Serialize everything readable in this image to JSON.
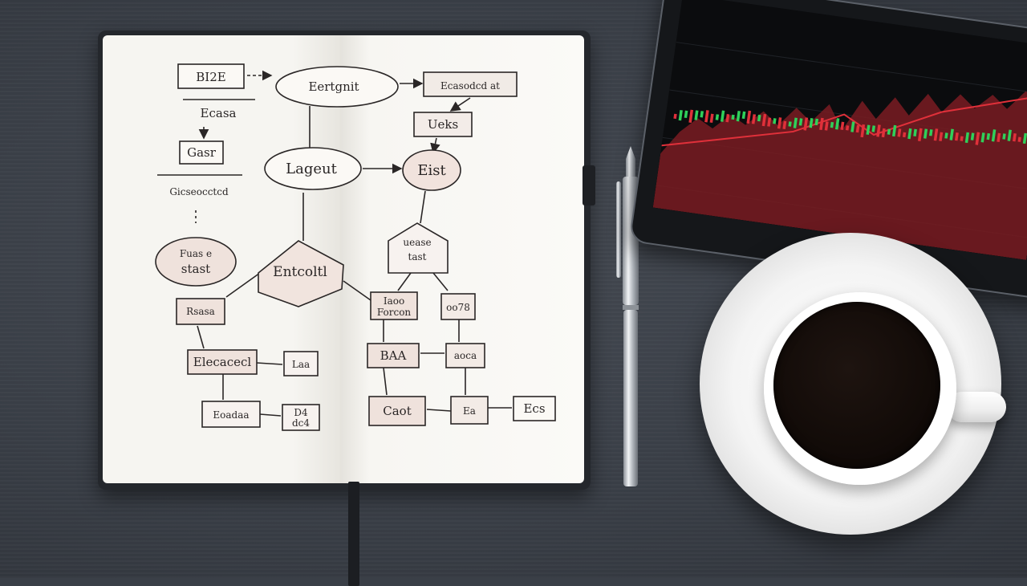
{
  "scene": {
    "objects": [
      "notebook",
      "flowchart",
      "pen",
      "tablet",
      "stock-chart",
      "coffee-cup",
      "saucer"
    ]
  },
  "flowchart": {
    "nodes": {
      "n1": "ВІ2Е",
      "n2": "Eertgnit",
      "n3": "Ecasodcd at",
      "n4": "Ecasa",
      "n5": "Ueks",
      "n6": "Gasr",
      "n7": "Lageut",
      "n8": "Eist",
      "n9": "Gicseocctcd",
      "n10a": "Fuas e",
      "n10b": "stast",
      "n11": "Entcoltl",
      "n12a": "uease",
      "n12b": "tast",
      "n13": "Rsasa",
      "n14a": "Iaoo",
      "n14b": "Forcon",
      "n15": "oo78",
      "n16": "Elecacecl",
      "n17": "Laa",
      "n18": "BAA",
      "n19": "aoca",
      "n20": "Eoadaa",
      "n21a": "D4",
      "n21b": "dc4",
      "n22": "Caot",
      "n23": "Ea",
      "n24": "Ecs"
    }
  },
  "colors": {
    "desk": "#3a3f47",
    "ink": "#2a2626",
    "box_fill": "#efe2dc",
    "chart_green": "#2fd05a",
    "chart_red": "#e0303a",
    "coffee": "#120b08"
  }
}
